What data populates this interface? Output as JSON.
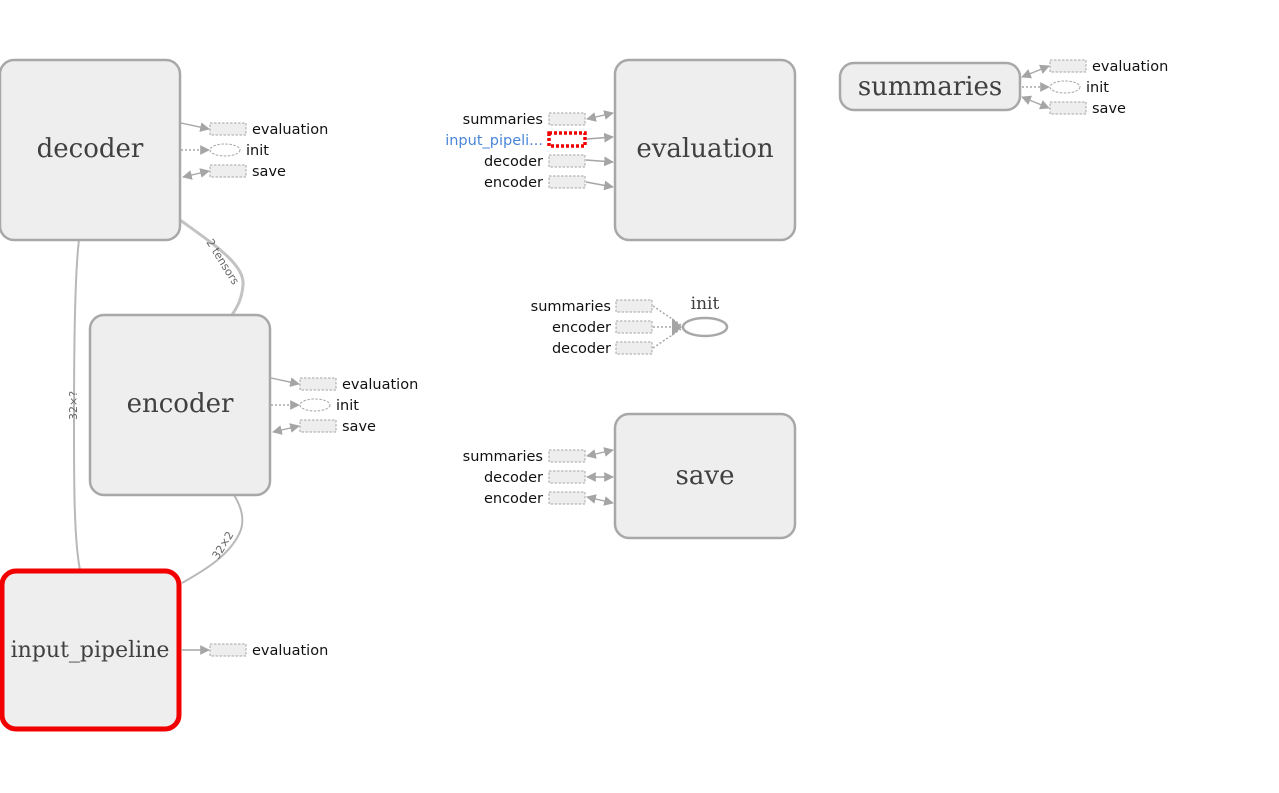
{
  "nodes": {
    "decoder": {
      "title": "decoder"
    },
    "encoder": {
      "title": "encoder"
    },
    "input_pipeline": {
      "title": "input_pipeline"
    },
    "evaluation": {
      "title": "evaluation"
    },
    "summaries": {
      "title": "summaries"
    },
    "save": {
      "title": "save"
    },
    "init": {
      "title": "init"
    }
  },
  "stubs": {
    "decoder": [
      "evaluation",
      "init",
      "save"
    ],
    "encoder": [
      "evaluation",
      "init",
      "save"
    ],
    "input_pipeline": [
      "evaluation"
    ],
    "summaries": [
      "evaluation",
      "init",
      "save"
    ],
    "evaluation_inputs": [
      "summaries",
      "input_pipeli...",
      "decoder",
      "encoder"
    ],
    "init_inputs": [
      "summaries",
      "encoder",
      "decoder"
    ],
    "save_inputs": [
      "summaries",
      "decoder",
      "encoder"
    ]
  },
  "edge_labels": {
    "decoder_encoder": "2 tensors",
    "decoder_input": "32×?",
    "encoder_input": "32×2"
  },
  "colors": {
    "node_fill": "#eeeeee",
    "node_stroke": "#a8a8a8",
    "selected": "#f20000",
    "highlight_label": "#4a86d8"
  }
}
